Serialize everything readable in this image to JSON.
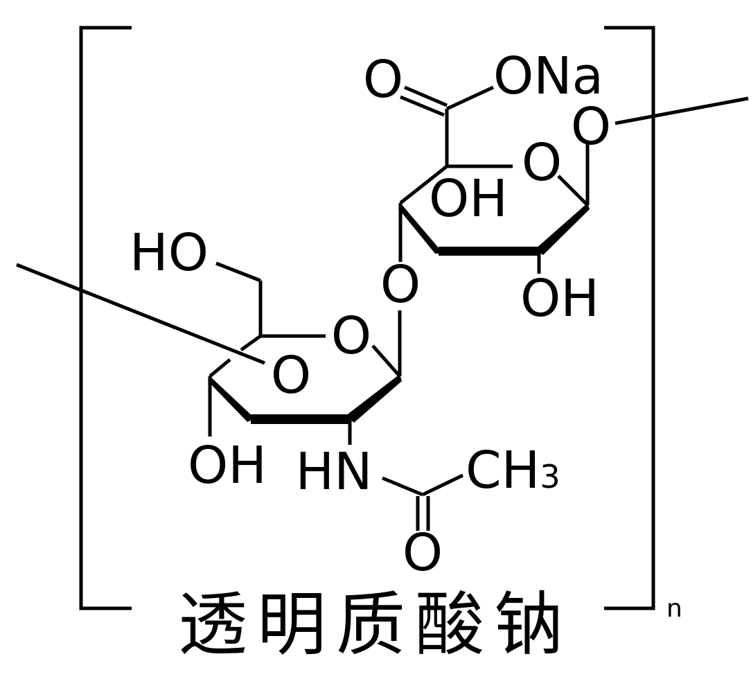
{
  "compound_name": "透明质酸钠",
  "repeat_index": "n",
  "atoms": {
    "carboxyl_o": "O",
    "carboxyl_ona": "ONa",
    "glycosidic_o_right": "O",
    "ring_o_top": "O",
    "oh_top_ring": "OH",
    "oh_right": "OH",
    "bridge_o": "O",
    "ho_ch2": "HO",
    "ring_o_bottom": "O",
    "ring_o_left": "O",
    "oh_bottom": "OH",
    "hn": "HN",
    "ch3_c": "CH",
    "ch3_sub": "3",
    "carbonyl_o": "O"
  }
}
